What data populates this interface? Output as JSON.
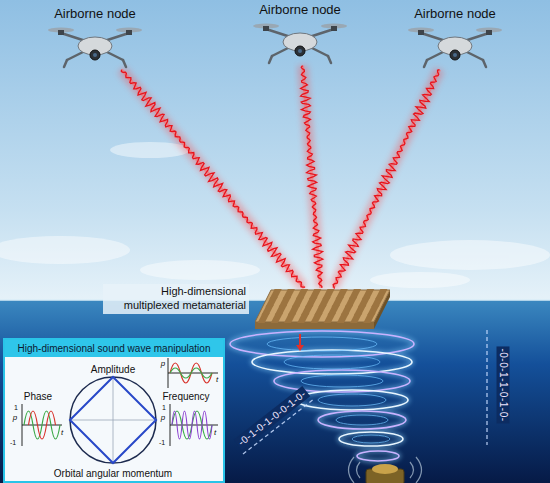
{
  "diagram": {
    "nodes": [
      {
        "text": [
          "Airborne node"
        ]
      },
      {
        "text": [
          "Airborne node"
        ]
      },
      {
        "text": [
          "Airborne node"
        ]
      },
      {
        "text": [
          "High-dimensional multiplexed metamaterial"
        ]
      },
      {
        "text": [
          "High-dimensional sound wave manipulation"
        ]
      }
    ],
    "edges": [
      {
        "from": 0,
        "to": 3,
        "arrow": "none"
      },
      {
        "from": 1,
        "to": 3,
        "arrow": "none"
      },
      {
        "from": 2,
        "to": 3,
        "arrow": "none"
      }
    ],
    "labels": [
      "Amplitude",
      "p",
      "t",
      "Phase",
      "1",
      "p",
      "-1",
      "t",
      "Frequency",
      "1",
      "p",
      "-1",
      "t",
      "Orbital angular momentum",
      "-0-1-0-1-0-0-1-0-",
      "-0-0-1-1-0-1-0-"
    ]
  }
}
